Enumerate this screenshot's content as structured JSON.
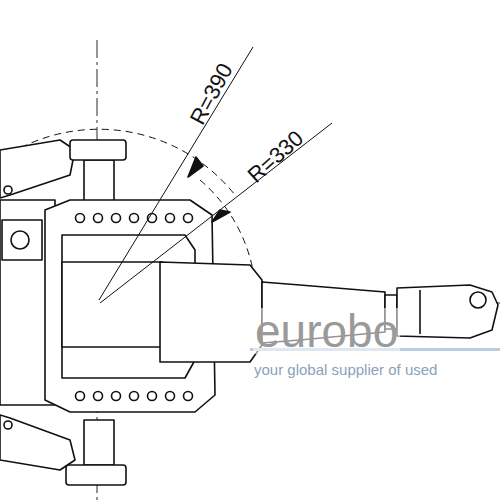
{
  "diagram": {
    "labels": [
      "R=390",
      "R=330",
      "eurobo",
      "your global supplier of used"
    ]
  }
}
